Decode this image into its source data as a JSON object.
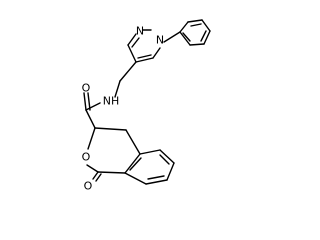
{
  "structure": {
    "atom_labels": {
      "pyrazole_n2": "N",
      "pyrazole_n1": "N",
      "amide_nh": "NH",
      "amide_o": "O",
      "ring_o": "O",
      "lactone_o": "O"
    }
  }
}
